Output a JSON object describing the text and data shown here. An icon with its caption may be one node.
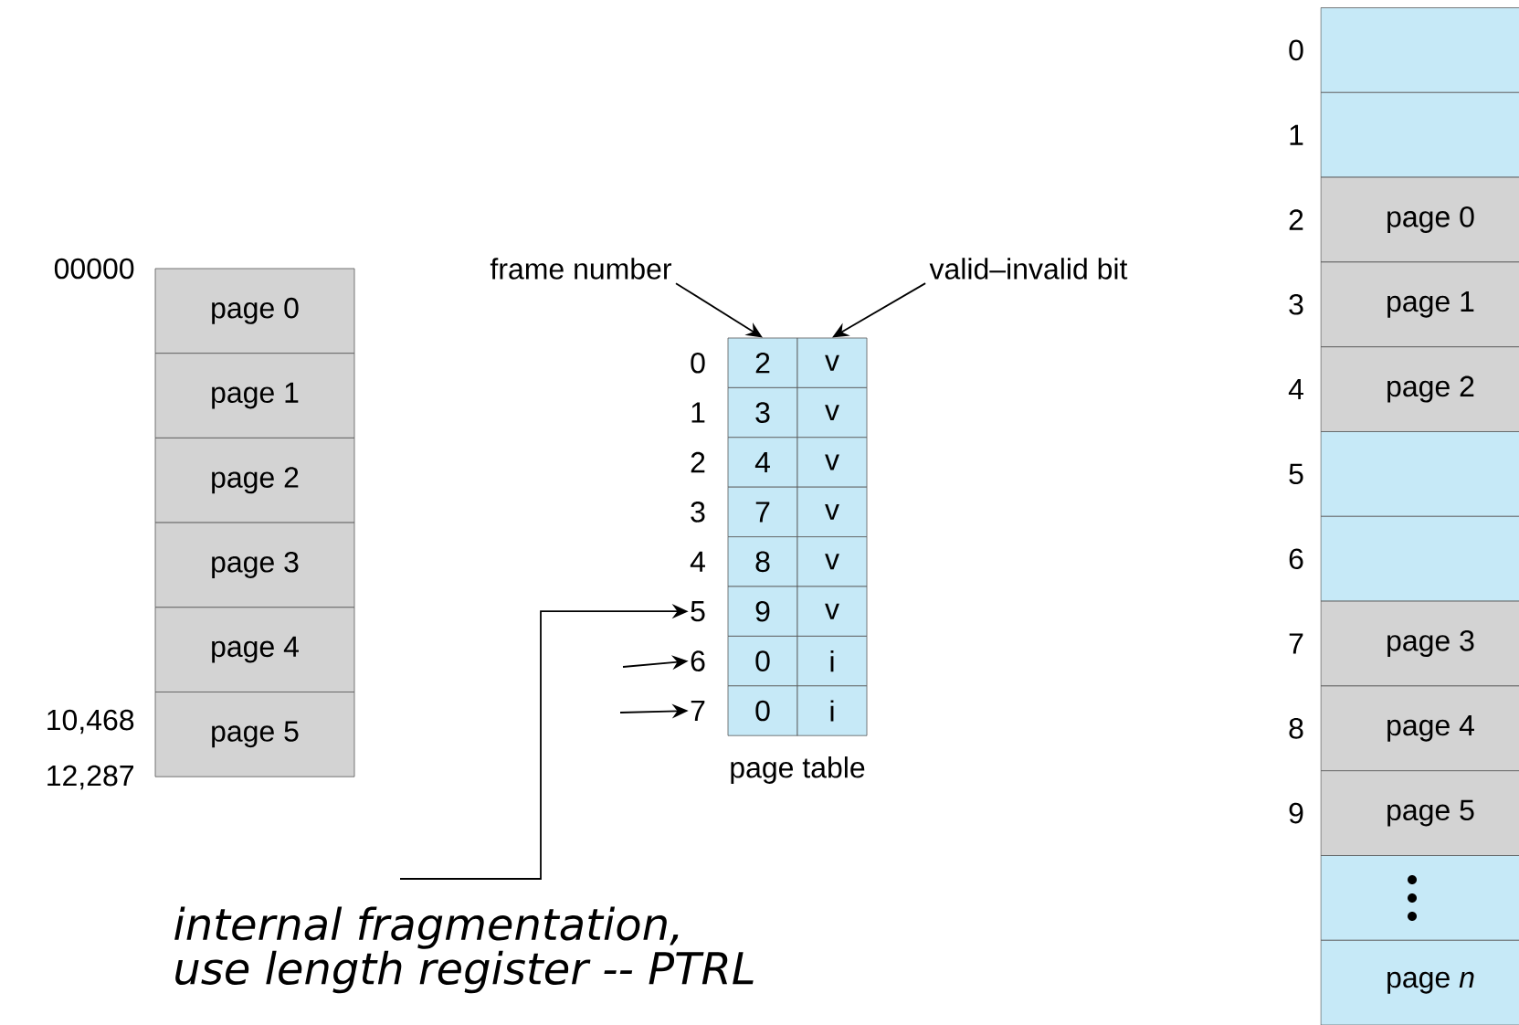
{
  "diagram": {
    "nodes": [
      {
        "text": [
          "page 0"
        ]
      },
      {
        "text": [
          "page 1"
        ]
      },
      {
        "text": [
          "page 2"
        ]
      },
      {
        "text": [
          "page 3"
        ]
      },
      {
        "text": [
          "page 4"
        ]
      },
      {
        "text": [
          "page 5"
        ]
      },
      {
        "text": [
          "frame number"
        ]
      },
      {
        "text": [
          "valid–invalid bit"
        ]
      },
      {
        "text": [
          "2"
        ]
      },
      {
        "text": [
          "v"
        ]
      },
      {
        "text": [
          "3"
        ]
      },
      {
        "text": [
          "v"
        ]
      },
      {
        "text": [
          "4"
        ]
      },
      {
        "text": [
          "v"
        ]
      },
      {
        "text": [
          "7"
        ]
      },
      {
        "text": [
          "v"
        ]
      },
      {
        "text": [
          "8"
        ]
      },
      {
        "text": [
          "v"
        ]
      },
      {
        "text": [
          "9"
        ]
      },
      {
        "text": [
          "v"
        ]
      },
      {
        "text": [
          "0"
        ]
      },
      {
        "text": [
          "i"
        ]
      },
      {
        "text": [
          "0"
        ]
      },
      {
        "text": [
          "i"
        ]
      },
      {
        "text": [
          "5"
        ]
      },
      {
        "text": [
          "6"
        ]
      },
      {
        "text": [
          "7"
        ]
      },
      {
        "text": [],
        "shape": "box"
      },
      {
        "text": [],
        "shape": "box"
      },
      {
        "text": [
          "page 0"
        ]
      },
      {
        "text": [
          "page 1"
        ]
      },
      {
        "text": [
          "page 2"
        ]
      },
      {
        "text": [],
        "shape": "box"
      },
      {
        "text": [],
        "shape": "box"
      },
      {
        "text": [
          "page 3"
        ]
      },
      {
        "text": [
          "page 4"
        ]
      },
      {
        "text": [
          "page 5"
        ]
      },
      {
        "text": [],
        "shape": "box"
      },
      {
        "text": [
          "page *n*"
        ]
      }
    ],
    "edges": [
      {
        "from": 6,
        "to": 8,
        "arrow": "to"
      },
      {
        "from": 7,
        "to": 9,
        "arrow": "to"
      },
      {
        "from": null,
        "to": 24,
        "arrow": "to"
      },
      {
        "from": null,
        "to": 25,
        "arrow": "to"
      },
      {
        "from": null,
        "to": 26,
        "arrow": "to"
      }
    ],
    "labels": [
      "00000",
      "10,468",
      "12,287",
      "0",
      "1",
      "2",
      "3",
      "4",
      "page table",
      "0",
      "1",
      "2",
      "3",
      "4",
      "5",
      "6",
      "7",
      "8",
      "9",
      "internal fragmentation, use length register -- PTRL"
    ]
  }
}
